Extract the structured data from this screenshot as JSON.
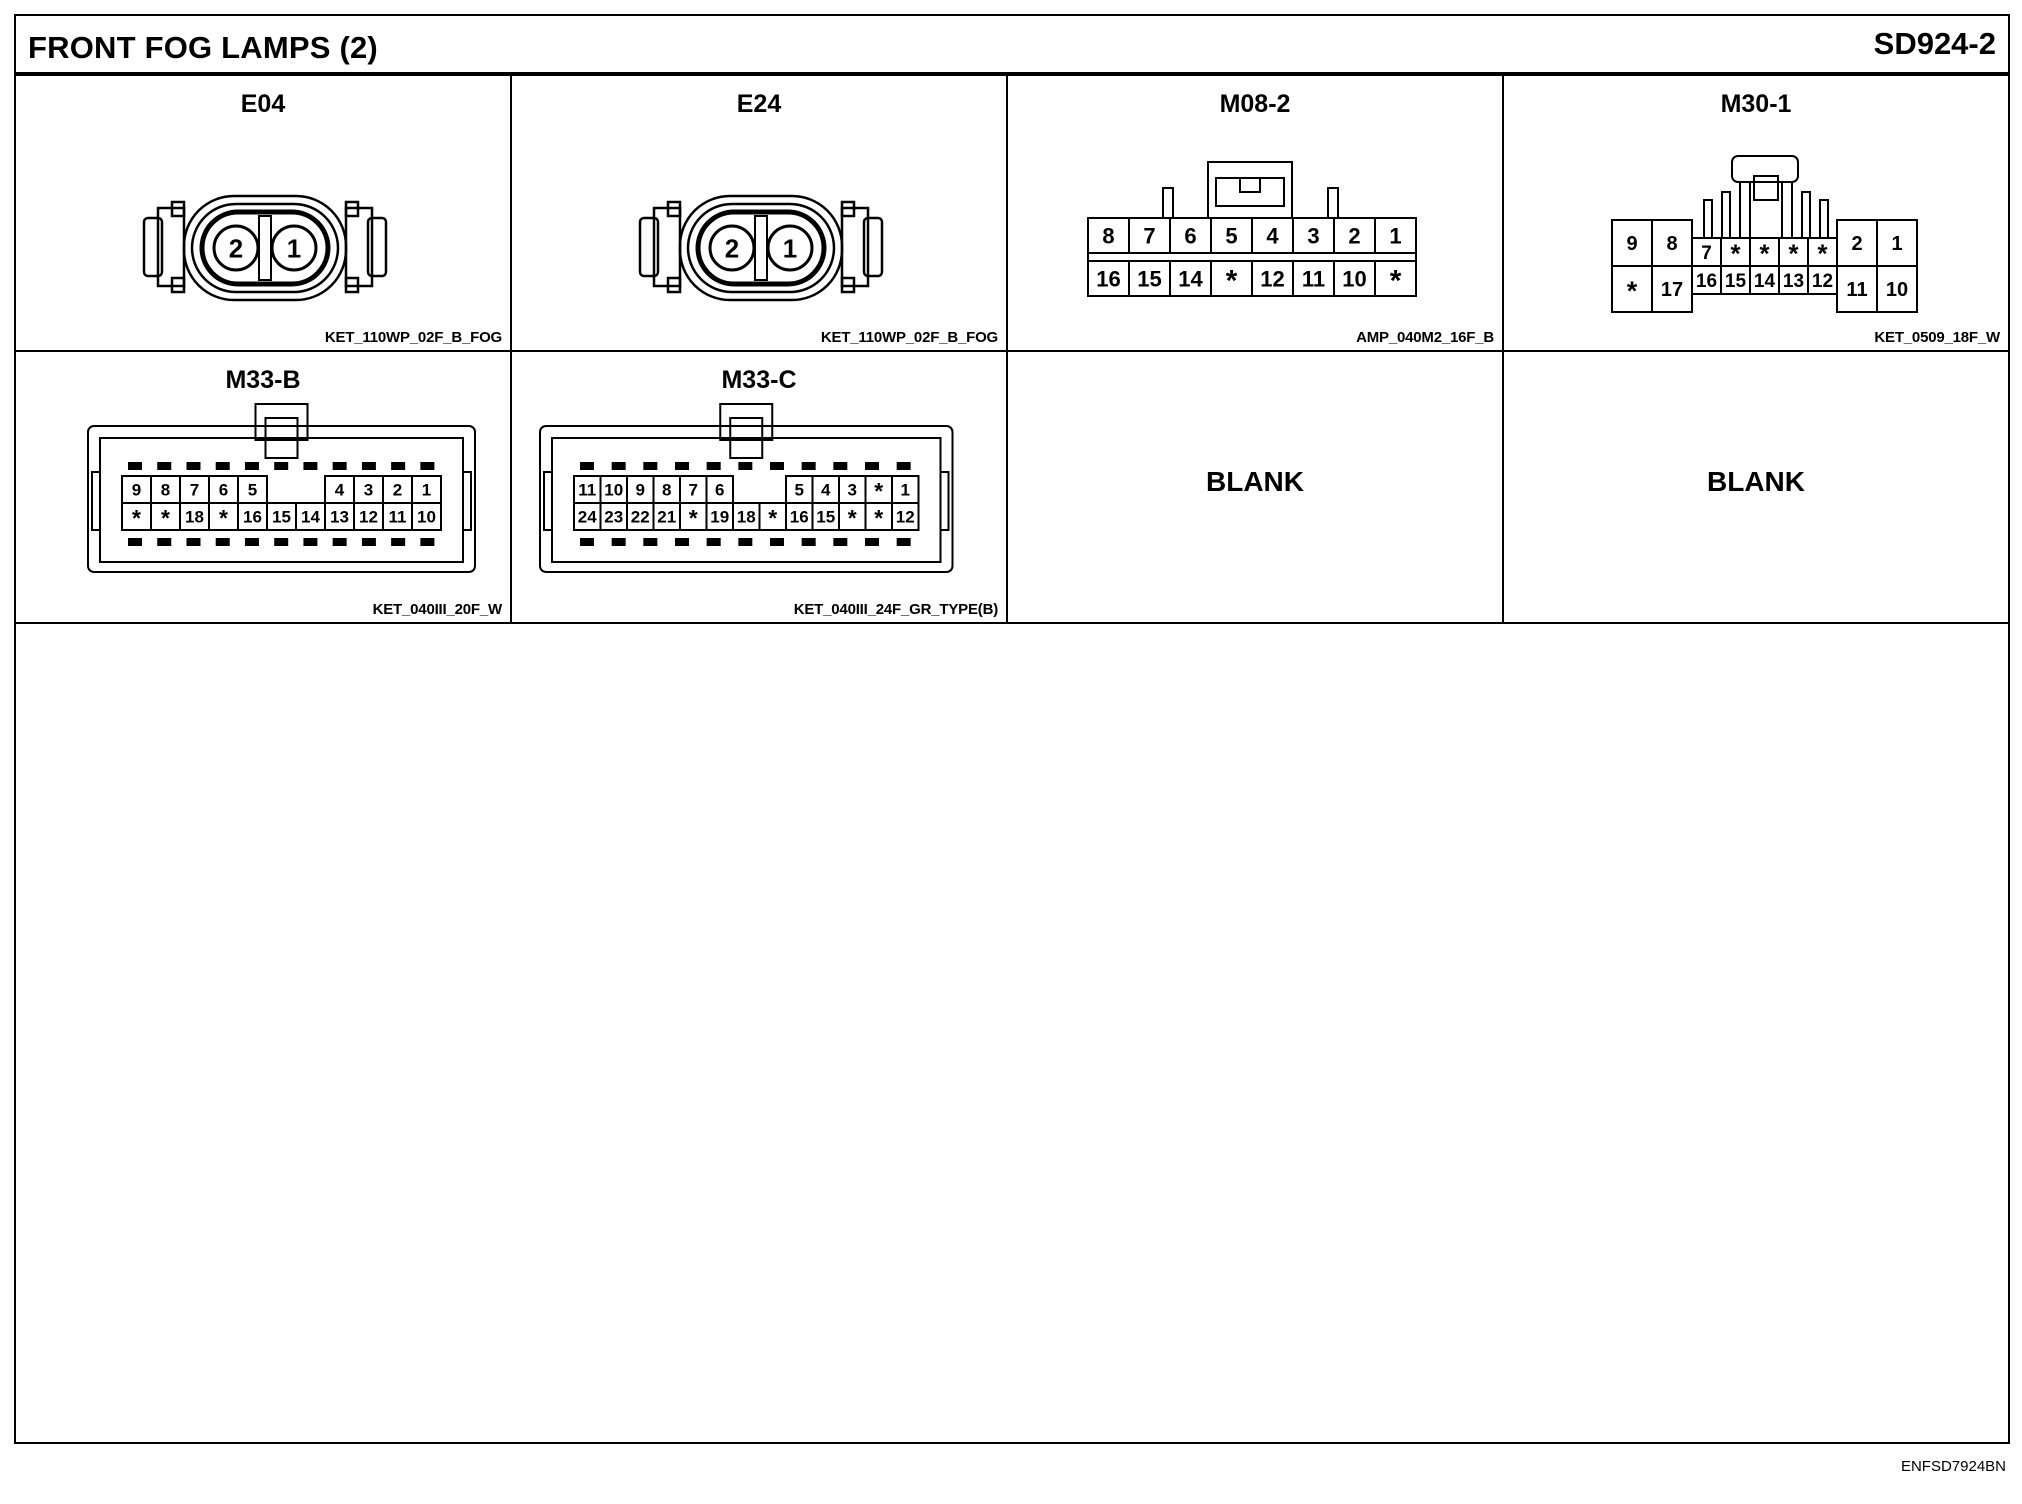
{
  "header": {
    "title": "FRONT FOG LAMPS (2)",
    "code": "SD924-2"
  },
  "cells": [
    {
      "id": "E04",
      "part": "KET_110WP_02F_B_FOG",
      "pins": [
        "2",
        "1"
      ]
    },
    {
      "id": "E24",
      "part": "KET_110WP_02F_B_FOG",
      "pins": [
        "2",
        "1"
      ]
    },
    {
      "id": "M08-2",
      "part": "AMP_040M2_16F_B",
      "rows": [
        [
          "8",
          "7",
          "6",
          "5",
          "4",
          "3",
          "2",
          "1"
        ],
        [
          "16",
          "15",
          "14",
          "*",
          "12",
          "11",
          "10",
          "*"
        ]
      ]
    },
    {
      "id": "M30-1",
      "part": "KET_0509_18F_W",
      "left": [
        [
          "9",
          "8"
        ],
        [
          "*",
          "17"
        ]
      ],
      "middle": [
        [
          "7",
          "*",
          "*",
          "*",
          "*"
        ],
        [
          "16",
          "15",
          "14",
          "13",
          "12"
        ]
      ],
      "right": [
        [
          "2",
          "1"
        ],
        [
          "11",
          "10"
        ]
      ]
    },
    {
      "id": "M33-B",
      "part": "KET_040III_20F_W",
      "rows": [
        [
          "9",
          "8",
          "7",
          "6",
          "5",
          "",
          "",
          "4",
          "3",
          "2",
          "1"
        ],
        [
          "*",
          "*",
          "18",
          "*",
          "16",
          "15",
          "14",
          "13",
          "12",
          "11",
          "10"
        ]
      ]
    },
    {
      "id": "M33-C",
      "part": "KET_040III_24F_GR_TYPE(B)",
      "rows": [
        [
          "11",
          "10",
          "9",
          "8",
          "7",
          "6",
          "",
          "",
          "5",
          "4",
          "3",
          "*",
          "1"
        ],
        [
          "24",
          "23",
          "22",
          "21",
          "*",
          "19",
          "18",
          "*",
          "16",
          "15",
          "*",
          "*",
          "12"
        ]
      ]
    },
    {
      "id": "blank-1",
      "label": "BLANK"
    },
    {
      "id": "blank-2",
      "label": "BLANK"
    }
  ],
  "footer": {
    "code": "ENFSD7924BN"
  }
}
